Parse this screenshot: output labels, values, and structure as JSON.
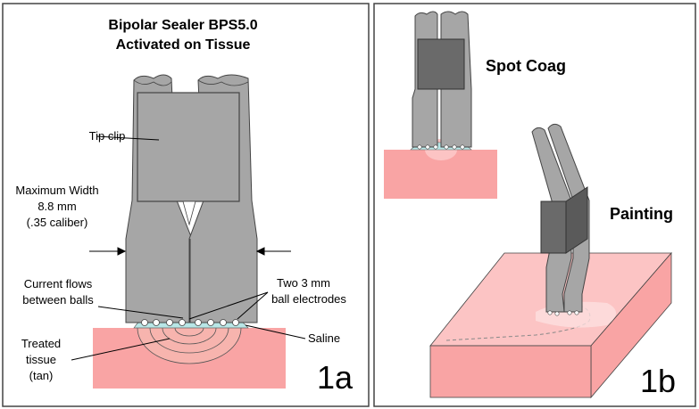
{
  "panel_a": {
    "title_line1": "Bipolar Sealer BPS5.0",
    "title_line2": "Activated on Tissue",
    "tip_clip": "Tip clip",
    "max_width_line1": "Maximum Width",
    "max_width_line2": "8.8 mm",
    "max_width_line3": "(.35 caliber)",
    "current_line1": "Current flows",
    "current_line2": "between balls",
    "electrodes_line1": "Two 3 mm",
    "electrodes_line2": "ball electrodes",
    "saline": "Saline",
    "treated_line1": "Treated",
    "treated_line2": "tissue",
    "treated_line3": "(tan)",
    "figure_label": "1a"
  },
  "panel_b": {
    "spot_coag": "Spot Coag",
    "painting": "Painting",
    "figure_label": "1b"
  },
  "colors": {
    "tissue": "#f9a4a4",
    "tissue_light": "#fcc4c4",
    "device": "#a6a6a6",
    "clip_dark": "#6a6a6a",
    "saline": "#b8e6e6"
  }
}
